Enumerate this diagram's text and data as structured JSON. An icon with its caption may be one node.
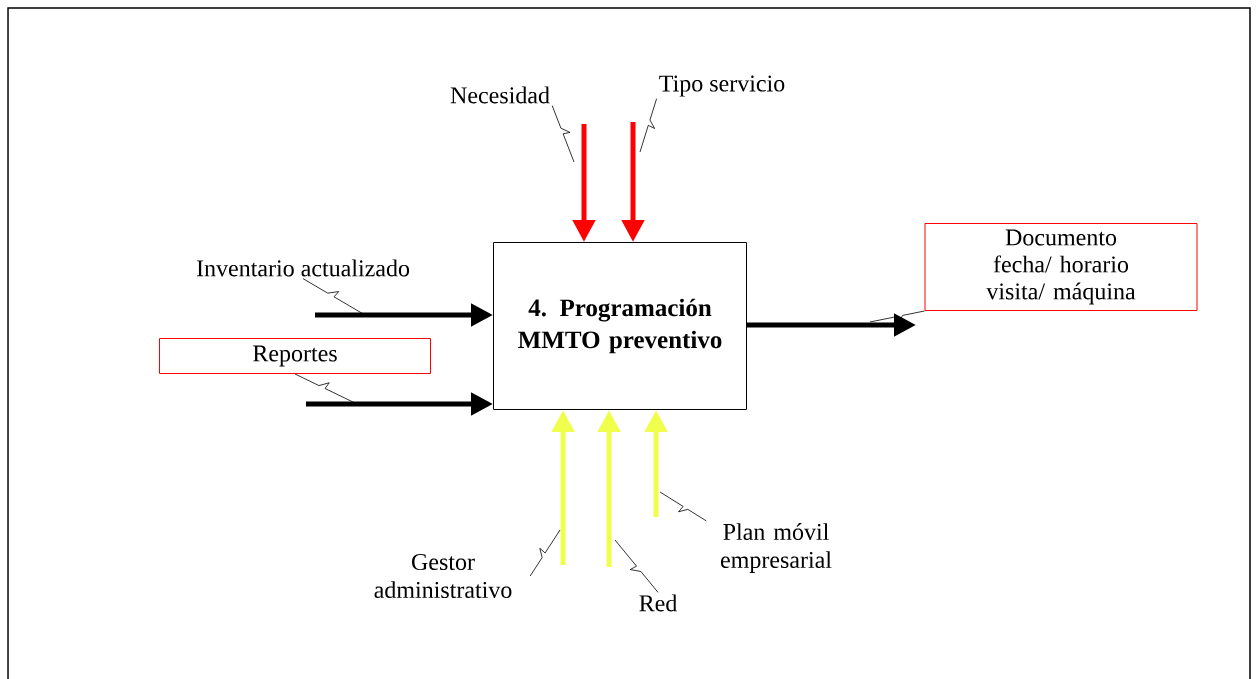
{
  "diagram": {
    "nodes": [
      {
        "text": [
          "Necesidad"
        ]
      },
      {
        "text": [
          "Tipo servicio"
        ]
      },
      {
        "text": [
          "Inventario actualizado"
        ]
      },
      {
        "text": [
          "4. Programación MMTO preventivo"
        ]
      },
      {
        "text": [
          "Documento fecha/ horario visita/ máquina"
        ]
      },
      {
        "text": [
          "Reportes"
        ]
      },
      {
        "text": [
          "Plan móvil empresarial"
        ]
      },
      {
        "text": [
          "Gestor administrativo"
        ]
      },
      {
        "text": [
          "Red"
        ]
      }
    ],
    "edges": [
      {
        "from": null,
        "to": 3,
        "arrow": "to",
        "style": "thick",
        "color": "#ff0000"
      },
      {
        "from": null,
        "to": 3,
        "arrow": "to",
        "style": "thick",
        "color": "#ff0000"
      },
      {
        "from": null,
        "to": 3,
        "arrow": "to",
        "style": "thick"
      },
      {
        "from": null,
        "to": 3,
        "arrow": "to",
        "style": "thick"
      },
      {
        "from": 3,
        "to": null,
        "arrow": "to",
        "style": "thick"
      },
      {
        "from": null,
        "to": 3,
        "arrow": "to",
        "style": "thick",
        "color": "#f0ff4c"
      },
      {
        "from": null,
        "to": 3,
        "arrow": "to",
        "style": "thick",
        "color": "#f0ff4c"
      },
      {
        "from": null,
        "to": 3,
        "arrow": "to",
        "style": "thick",
        "color": "#f0ff4c"
      },
      {
        "from": 0,
        "to": null,
        "arrow": "none"
      },
      {
        "from": 1,
        "to": null,
        "arrow": "none"
      },
      {
        "from": 2,
        "to": null,
        "arrow": "none"
      },
      {
        "from": 5,
        "to": null,
        "arrow": "none"
      },
      {
        "from": 4,
        "to": null,
        "arrow": "none"
      },
      {
        "from": 7,
        "to": null,
        "arrow": "none"
      },
      {
        "from": 8,
        "to": null,
        "arrow": "none"
      },
      {
        "from": 6,
        "to": null,
        "arrow": "none"
      }
    ]
  }
}
